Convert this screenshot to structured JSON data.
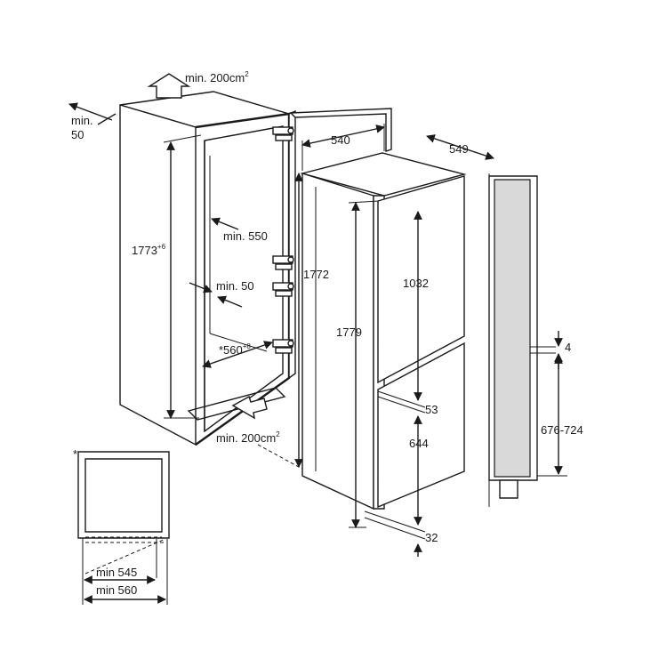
{
  "labels": {
    "vent_top": "min. 200cm",
    "vent_top_sup": "2",
    "gap_back": "min.",
    "gap_back_val": "50",
    "niche_height": "1773",
    "niche_height_sup": "+6",
    "min_550": "min. 550",
    "min_50": "min. 50",
    "niche_width": "*560",
    "niche_width_sup": "+8",
    "vent_bottom": "min. 200cm",
    "vent_bottom_sup": "2",
    "depth_540": "540",
    "depth_549": "549",
    "appliance_height_1772": "1772",
    "appliance_height_1779": "1779",
    "upper_door": "1032",
    "gap_53": "53",
    "lower_door": "644",
    "foot_32": "32",
    "gap_4": "4",
    "range_676_724": "676-724",
    "asterisk": "*",
    "min_545": "min 545",
    "min_560": "min 560"
  }
}
